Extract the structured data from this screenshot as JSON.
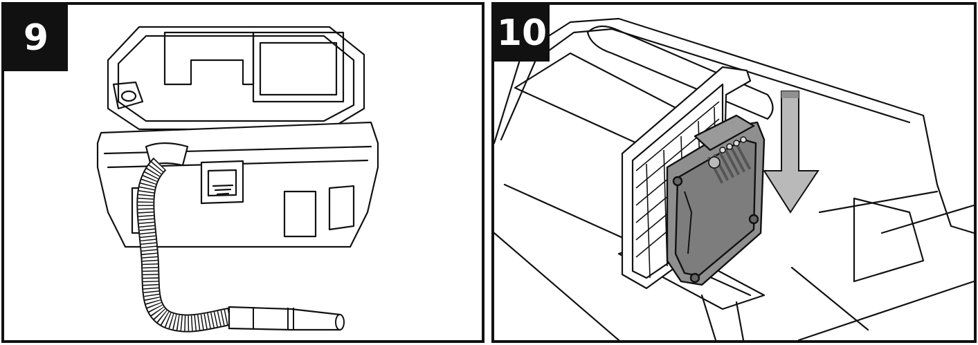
{
  "steps": [
    {
      "number": "9"
    },
    {
      "number": "10"
    }
  ],
  "colors": {
    "line": "#111111",
    "battery": "#8f8f8f",
    "arrow": "#b9b9b9"
  },
  "icons": [
    "vacuum-illustration",
    "hose-icon",
    "battery-illustration",
    "insert-arrow-icon"
  ]
}
